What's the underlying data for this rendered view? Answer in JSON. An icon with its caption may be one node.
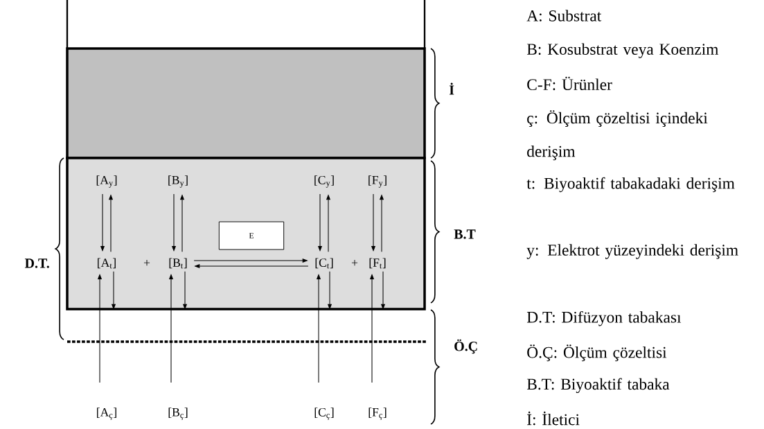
{
  "diagram": {
    "nodes": [
      {
        "text": [
          "[A$_{y}$]"
        ]
      },
      {
        "text": [
          "[B$_{y}$]"
        ]
      },
      {
        "text": [
          "[C$_{y}$]"
        ]
      },
      {
        "text": [
          "[F$_{y}$]"
        ]
      },
      {
        "text": [
          "E"
        ]
      },
      {
        "text": [
          "[A$_{t}$]"
        ]
      },
      {
        "text": [
          "[B$_{t}$]"
        ]
      },
      {
        "text": [
          "[C$_{t}$]"
        ]
      },
      {
        "text": [
          "[F$_{t}$]"
        ]
      },
      {
        "text": [
          "[A$_{ç}$]"
        ]
      },
      {
        "text": [
          "[B$_{ç}$]"
        ]
      },
      {
        "text": [
          "[C$_{ç}$]"
        ]
      },
      {
        "text": [
          "[F$_{ç}$]"
        ]
      }
    ],
    "edges": [
      {
        "from": 0,
        "to": 5,
        "arrow": "to"
      },
      {
        "from": 5,
        "to": 0,
        "arrow": "to"
      },
      {
        "from": 1,
        "to": 6,
        "arrow": "to"
      },
      {
        "from": 6,
        "to": 1,
        "arrow": "to"
      },
      {
        "from": 2,
        "to": 7,
        "arrow": "to"
      },
      {
        "from": 7,
        "to": 2,
        "arrow": "to"
      },
      {
        "from": 3,
        "to": 8,
        "arrow": "to"
      },
      {
        "from": 8,
        "to": 3,
        "arrow": "to"
      },
      {
        "from": 6,
        "to": 7,
        "arrow": "to"
      },
      {
        "from": 7,
        "to": 6,
        "arrow": "to"
      },
      {
        "from": 9,
        "to": 5,
        "arrow": "to"
      },
      {
        "from": 5,
        "to": null,
        "arrow": "to"
      },
      {
        "from": 10,
        "to": 6,
        "arrow": "to"
      },
      {
        "from": 6,
        "to": null,
        "arrow": "to"
      },
      {
        "from": 11,
        "to": 7,
        "arrow": "to"
      },
      {
        "from": 7,
        "to": null,
        "arrow": "to"
      },
      {
        "from": 12,
        "to": 8,
        "arrow": "to"
      },
      {
        "from": 8,
        "to": null,
        "arrow": "to"
      }
    ],
    "labels": [
      "İ",
      "D.T.",
      "B.T",
      "Ö.Ç",
      "+",
      "+",
      "A: Substrat",
      "B: Kosubstrat veya Koenzim",
      "C-F: Ürünler",
      "ç: Ölçüm çözeltisi içindeki derişim",
      "t: Biyoaktif tabakadaki derişim",
      "y: Elektrot yüzeyindeki derişim",
      "D.T: Difüzyon tabakası",
      "Ö.Ç: Ölçüm çözeltisi",
      "B.T: Biyoaktif tabaka",
      "İ: İletici"
    ]
  }
}
